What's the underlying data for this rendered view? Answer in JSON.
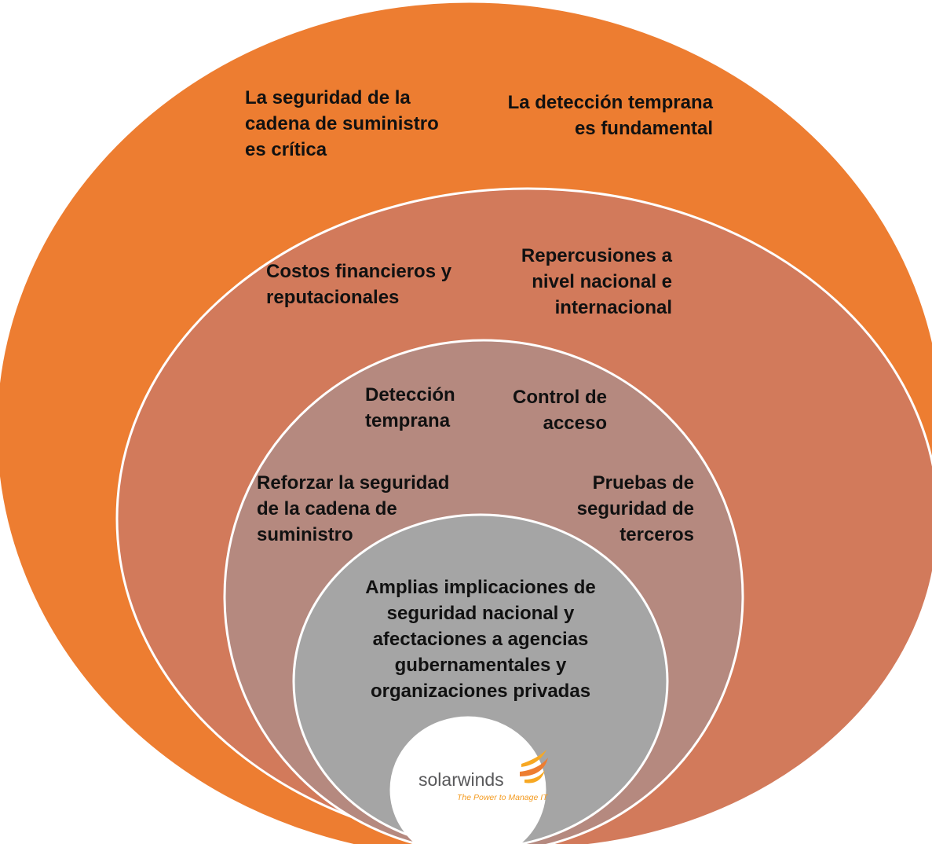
{
  "colors": {
    "outer": "#ED7D31",
    "middle": "#D27A5B",
    "inner": "#B5897F",
    "core": "#A5A5A5",
    "center": "#FFFFFF",
    "ring_stroke": "#FFFFFF",
    "logo_flame_1": "#F7A823",
    "logo_flame_2": "#ED7D31",
    "logo_text": "#58585A",
    "logo_tagline": "#F39A1F"
  },
  "rings": {
    "outer": [
      "La seguridad de la\ncadena de suministro\nes crítica",
      "La detección temprana\nes fundamental"
    ],
    "middle": [
      "Costos financieros y\nreputacionales",
      "Repercusiones a\nnivel nacional e\ninternacional"
    ],
    "inner": [
      "Detección\ntemprana",
      "Control de\nacceso",
      "Reforzar la seguridad\nde la cadena de\nsuministro",
      "Pruebas de\nseguridad de\nterceros"
    ],
    "core": "Amplias implicaciones de\nseguridad nacional y\nafectaciones a agencias\ngubernamentales y\norganizaciones privadas"
  },
  "logo": {
    "name": "solarwinds",
    "tagline": "The Power to Manage IT",
    "icon": "solarwinds-flame-icon"
  }
}
